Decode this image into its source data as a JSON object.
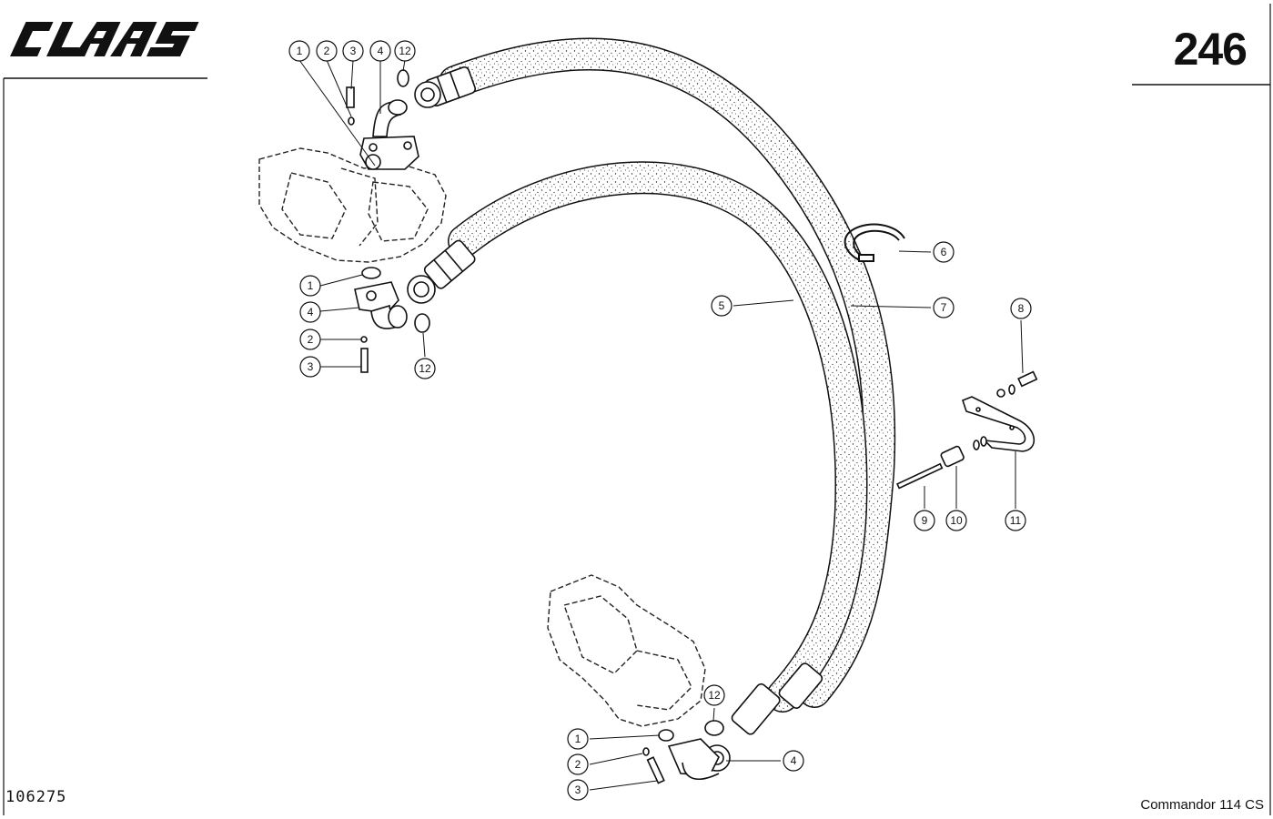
{
  "brand": {
    "logo_text": "CLAAS"
  },
  "header": {
    "page_number": "246"
  },
  "footer": {
    "drawing_id": "106275",
    "model": "Commandor 114 CS"
  },
  "callouts": [
    {
      "id": "top-1",
      "label": "1"
    },
    {
      "id": "top-2",
      "label": "2"
    },
    {
      "id": "top-3",
      "label": "3"
    },
    {
      "id": "top-4",
      "label": "4"
    },
    {
      "id": "top-12",
      "label": "12"
    },
    {
      "id": "mid-1",
      "label": "1"
    },
    {
      "id": "mid-4",
      "label": "4"
    },
    {
      "id": "mid-2",
      "label": "2"
    },
    {
      "id": "mid-3",
      "label": "3"
    },
    {
      "id": "mid-12",
      "label": "12"
    },
    {
      "id": "hose-5",
      "label": "5"
    },
    {
      "id": "clamp-6",
      "label": "6"
    },
    {
      "id": "hose-7",
      "label": "7"
    },
    {
      "id": "bolt-8",
      "label": "8"
    },
    {
      "id": "bolt-9",
      "label": "9"
    },
    {
      "id": "spacer-10",
      "label": "10"
    },
    {
      "id": "bracket-11",
      "label": "11"
    },
    {
      "id": "bot-12",
      "label": "12"
    },
    {
      "id": "bot-1",
      "label": "1"
    },
    {
      "id": "bot-2",
      "label": "2"
    },
    {
      "id": "bot-3",
      "label": "3"
    },
    {
      "id": "bot-4",
      "label": "4"
    }
  ]
}
